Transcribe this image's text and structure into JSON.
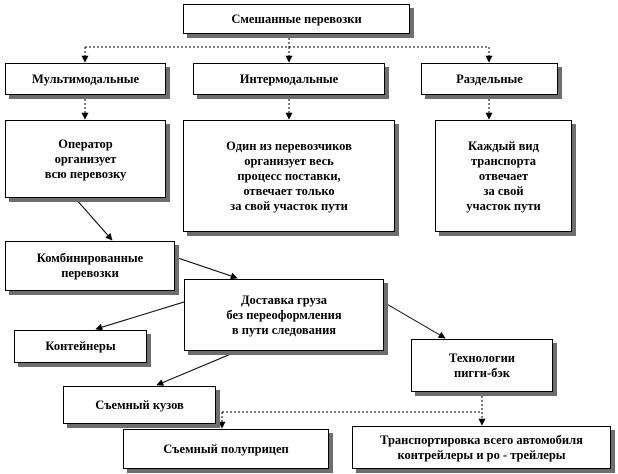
{
  "nodes": {
    "root": "Смешанные перевозки",
    "multimodal": "Мультимодальные",
    "intermodal": "Интермодальные",
    "separate": "Раздельные",
    "operator": "Оператор\nорганизует\nвсю перевозку",
    "one_carrier": "Один из перевозчиков\nорганизует весь\nпроцесс поставки,\nотвечает только\nза свой участок пути",
    "each_mode": "Каждый вид\nтранспорта\nотвечает\nза свой\nучасток пути",
    "combined": "Комбинированные\nперевозки",
    "delivery": "Доставка груза\nбез переоформления\nв пути следования",
    "containers": "Контейнеры",
    "piggyback": "Технологии\nпигги-бэк",
    "swap_body": "Съемный кузов",
    "semitrailer": "Съемный полуприцеп",
    "transport_vehicle": "Транспортировка всего автомобиля\nконтрейлеры и ро - трейлеры"
  },
  "colors": {
    "border": "#000000",
    "shadow": "#6e6e6e",
    "background": "#ffffff"
  }
}
